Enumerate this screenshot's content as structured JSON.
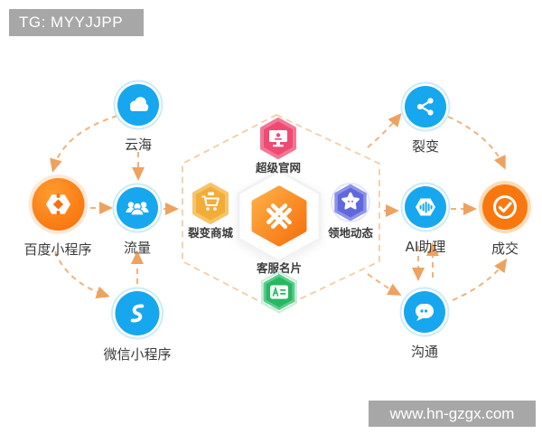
{
  "header": {
    "tag_label": "TG: MYYJJPP",
    "bar_color": "#a7a7a7"
  },
  "watermark": {
    "label": "www.hn-gzgx.com",
    "bar_color": "#a7a7a7"
  },
  "flow": {
    "sources": [
      {
        "id": "cloud-sea",
        "label": "云海",
        "icon": "cloud-icon",
        "color": "#17a7ee"
      },
      {
        "id": "baidu-mini-program",
        "label": "百度小程序",
        "icon": "baidu-smart-program-icon",
        "color": "#f87a0e"
      },
      {
        "id": "traffic",
        "label": "流量",
        "icon": "users-icon",
        "color": "#17a7ee"
      },
      {
        "id": "wechat-mini-program",
        "label": "微信小程序",
        "icon": "wechat-mini-program-icon",
        "color": "#17a7ee"
      }
    ],
    "platform": {
      "center_icon": "x-logo-icon",
      "modules": [
        {
          "id": "super-website",
          "label": "超级官网",
          "icon": "monitor-icon",
          "color": "#ef4a72"
        },
        {
          "id": "fission-mall",
          "label": "裂变商城",
          "icon": "cart-icon",
          "color": "#f3ac38"
        },
        {
          "id": "territory-feed",
          "label": "领地动态",
          "icon": "star-icon",
          "color": "#5f68dd"
        },
        {
          "id": "service-card",
          "label": "客服名片",
          "icon": "id-card-icon",
          "color": "#27b862"
        }
      ]
    },
    "outcomes": [
      {
        "id": "fission",
        "label": "裂变",
        "icon": "share-icon",
        "color": "#17a7ee"
      },
      {
        "id": "ai-assistant",
        "label": "AI助理",
        "icon": "voice-hexagon-icon",
        "color": "#17a7ee"
      },
      {
        "id": "communication",
        "label": "沟通",
        "icon": "chat-bubble-icon",
        "color": "#17a7ee"
      },
      {
        "id": "deal",
        "label": "成交",
        "icon": "check-icon",
        "color": "#f8780f"
      }
    ]
  },
  "colors": {
    "arrow": "#f0b27d",
    "arrowhead": "#eda25f",
    "dashed_hexagon": "#f2cda6",
    "label": "#3a3a3a",
    "blue": "#17a7ee"
  }
}
